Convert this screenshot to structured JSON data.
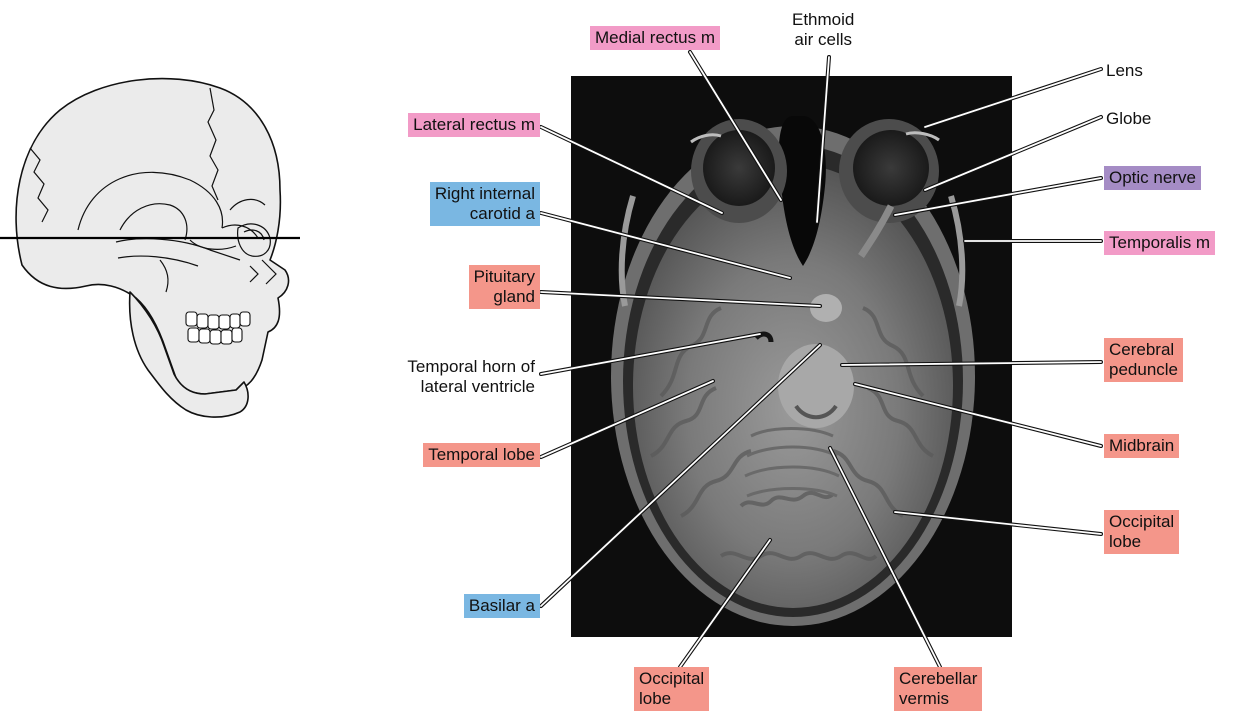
{
  "colors": {
    "salmon": "#f4968a",
    "pink": "#f29bc7",
    "blue": "#7ab7e2",
    "purple": "#a58cc5",
    "scan_background": "#0d0d0d",
    "leader_line": "#ffffff"
  },
  "labels": {
    "ethmoid_air_cells": {
      "lines": [
        "Ethmoid",
        "air cells"
      ],
      "category": "plain"
    },
    "medial_rectus": {
      "lines": [
        "Medial rectus m"
      ],
      "category": "pink"
    },
    "lateral_rectus": {
      "lines": [
        "Lateral rectus m"
      ],
      "category": "pink"
    },
    "right_internal_carotid": {
      "lines": [
        "Right internal",
        "carotid a"
      ],
      "category": "blue"
    },
    "pituitary_gland": {
      "lines": [
        "Pituitary",
        "gland"
      ],
      "category": "salmon"
    },
    "temporal_horn": {
      "lines": [
        "Temporal horn of",
        "lateral ventricle"
      ],
      "category": "plain"
    },
    "temporal_lobe": {
      "lines": [
        "Temporal lobe"
      ],
      "category": "salmon"
    },
    "basilar_artery": {
      "lines": [
        "Basilar a"
      ],
      "category": "blue"
    },
    "occipital_lobe_bottom": {
      "lines": [
        "Occipital",
        "lobe"
      ],
      "category": "salmon"
    },
    "cerebellar_vermis": {
      "lines": [
        "Cerebellar",
        "vermis"
      ],
      "category": "salmon"
    },
    "lens": {
      "lines": [
        "Lens"
      ],
      "category": "plain"
    },
    "globe": {
      "lines": [
        "Globe"
      ],
      "category": "plain"
    },
    "optic_nerve": {
      "lines": [
        "Optic nerve"
      ],
      "category": "purple"
    },
    "temporalis": {
      "lines": [
        "Temporalis m"
      ],
      "category": "pink"
    },
    "cerebral_peduncle": {
      "lines": [
        "Cerebral",
        "peduncle"
      ],
      "category": "salmon"
    },
    "midbrain": {
      "lines": [
        "Midbrain"
      ],
      "category": "salmon"
    },
    "occipital_lobe_right": {
      "lines": [
        "Occipital",
        "lobe"
      ],
      "category": "salmon"
    }
  }
}
